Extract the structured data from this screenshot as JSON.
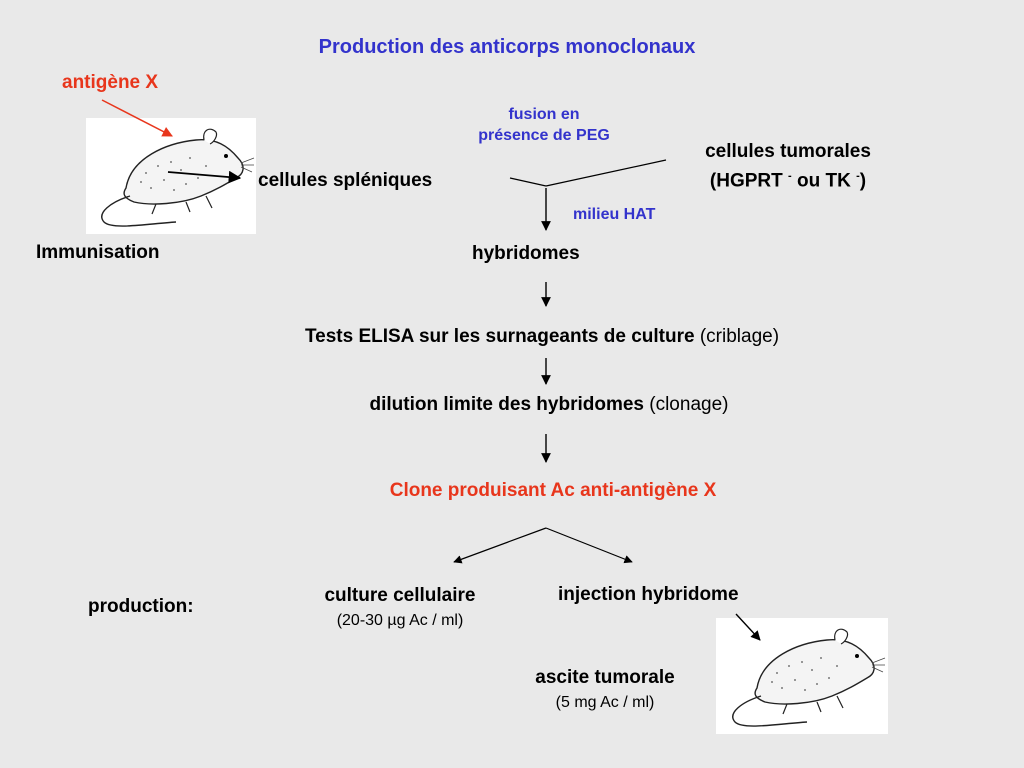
{
  "title": "Production des anticorps monoclonaux",
  "antigen_label": "antigène X",
  "immunisation_label": "Immunisation",
  "spleen_cells_label": "cellules spléniques",
  "fusion_label_line1": "fusion en",
  "fusion_label_line2": "présence de PEG",
  "tumor_cells_line1": "cellules tumorales",
  "tumor_cells_line2_a": "(HGPRT ",
  "tumor_cells_sup1": "-",
  "tumor_cells_line2_b": " ou TK ",
  "tumor_cells_sup2": "-",
  "tumor_cells_line2_c": ")",
  "hat_label": "milieu HAT",
  "hybridomas_label": "hybridomes",
  "elisa_bold": "Tests ELISA sur les surnageants de culture",
  "elisa_normal": " (criblage)",
  "dilution_bold": "dilution limite des hybridomes",
  "dilution_normal": " (clonage)",
  "clone_label": "Clone produisant Ac anti-antigène X",
  "production_label": "production:",
  "culture_label": "culture cellulaire",
  "culture_yield": "(20-30 µg Ac / ml)",
  "injection_label": "injection hybridome",
  "ascite_label": "ascite tumorale",
  "ascite_yield": "(5 mg Ac / ml)",
  "colors": {
    "title": "#3333cc",
    "accent_red": "#e8361c",
    "background": "#e9e9e9"
  }
}
